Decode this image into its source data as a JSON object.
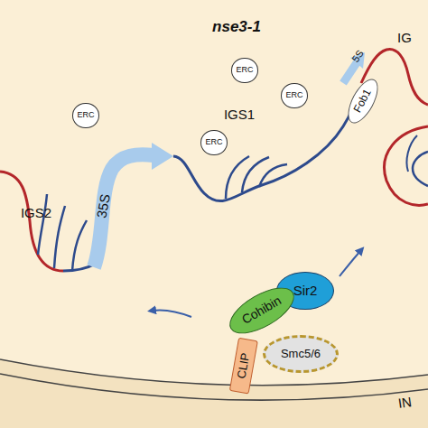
{
  "diagram": {
    "title": "nse3-1",
    "nodes": [
      {
        "text": [
          "5S"
        ]
      },
      {
        "text": [
          "ERC"
        ]
      },
      {
        "text": [
          "ERC"
        ]
      },
      {
        "text": [
          "Fob1"
        ]
      },
      {
        "text": [
          "ERC"
        ]
      },
      {
        "text": [
          "ERC"
        ]
      },
      {
        "text": [
          "35S"
        ]
      },
      {
        "text": [
          "Sir2"
        ]
      },
      {
        "text": [
          "Cohibin"
        ]
      },
      {
        "text": [
          "Smc5/6"
        ]
      },
      {
        "text": [
          "CLIP"
        ]
      }
    ],
    "labels": [
      "IG",
      "IGS1",
      "IGS2",
      "IN"
    ]
  }
}
